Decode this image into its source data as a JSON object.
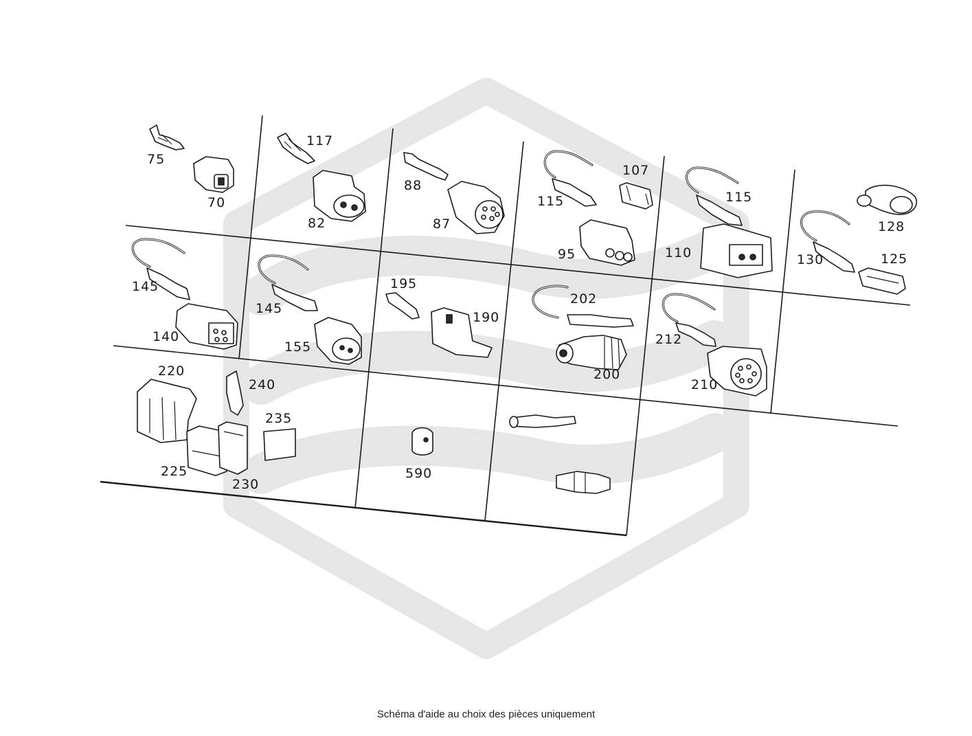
{
  "footer": {
    "caption": "Schéma d'aide au choix des pièces uniquement"
  },
  "colors": {
    "ink": "#1a1a1a",
    "watermark": "#e6e6e6",
    "background": "#ffffff"
  },
  "callouts": {
    "c75": "75",
    "c70": "70",
    "c117": "117",
    "c82": "82",
    "c88": "88",
    "c87": "87",
    "c115a": "115",
    "c107": "107",
    "c95": "95",
    "c115b": "115",
    "c110": "110",
    "c128": "128",
    "c130": "130",
    "c125": "125",
    "c145a": "145",
    "c140": "140",
    "c145b": "145",
    "c155": "155",
    "c195": "195",
    "c190": "190",
    "c202": "202",
    "c200": "200",
    "c212": "212",
    "c210": "210",
    "c220": "220",
    "c240": "240",
    "c235": "235",
    "c225": "225",
    "c230": "230",
    "c590": "590"
  },
  "icons": {
    "watermark": "hexagon-logo-watermark",
    "parts": [
      "terminal-icon",
      "connector-housing-icon",
      "wire-lead-icon",
      "seal-icon",
      "cover-icon",
      "plug-icon"
    ]
  }
}
